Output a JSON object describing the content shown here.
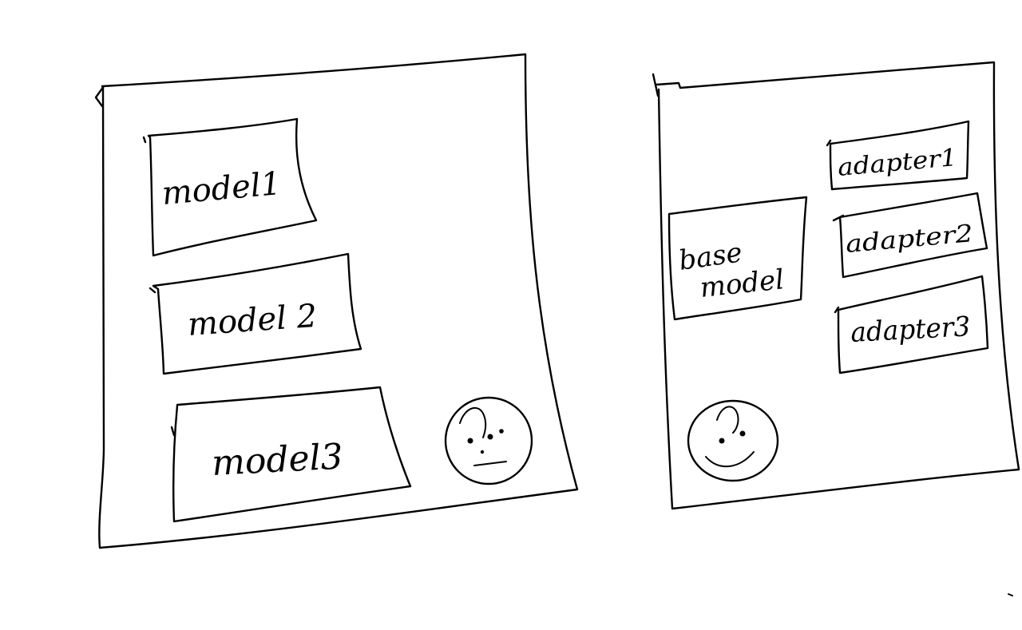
{
  "left_panel": {
    "models": [
      {
        "label": "model1"
      },
      {
        "label": "model 2"
      },
      {
        "label": "model3"
      }
    ],
    "face": {
      "icon": "neutral-face-icon"
    }
  },
  "right_panel": {
    "base_model": {
      "line1": "base",
      "line2": "model"
    },
    "adapters": [
      {
        "label": "adapter1"
      },
      {
        "label": "adapter2"
      },
      {
        "label": "adapter3"
      }
    ],
    "face": {
      "icon": "smiling-face-icon"
    }
  }
}
